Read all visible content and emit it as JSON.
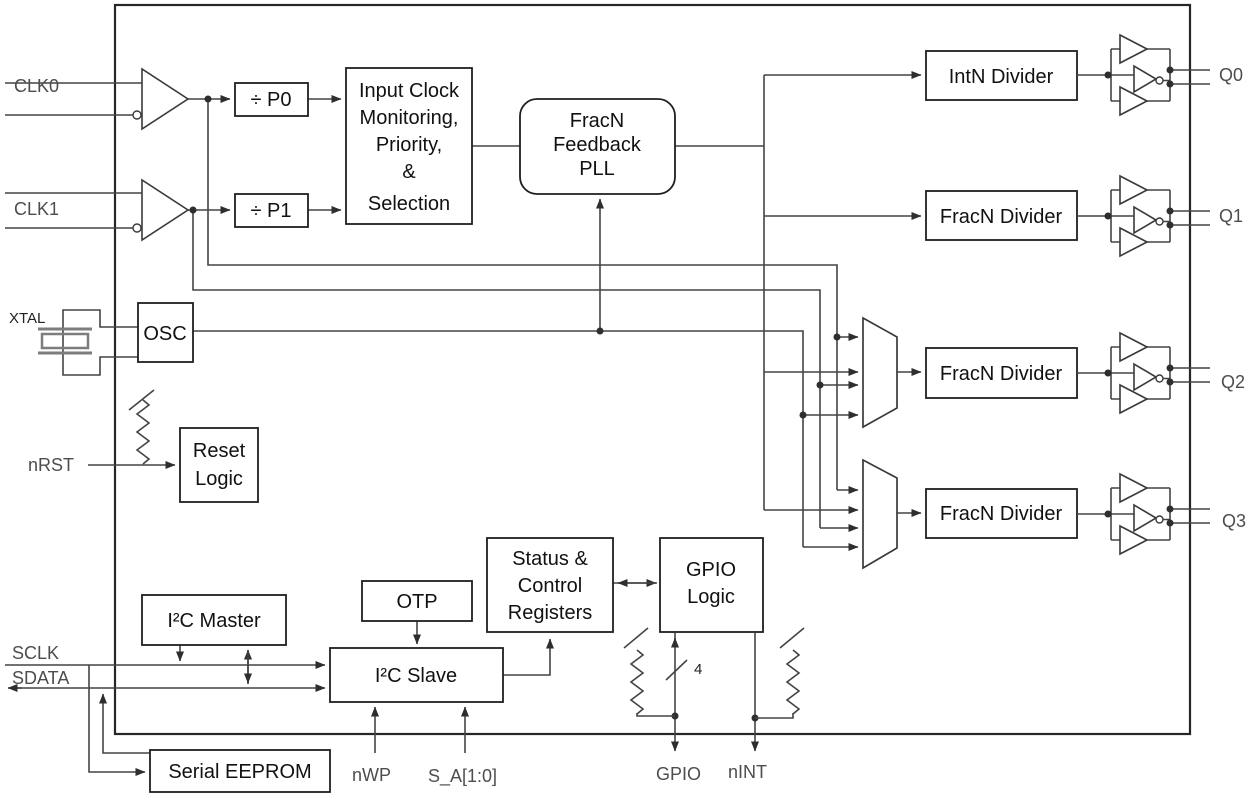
{
  "diagram": {
    "type": "ic-block-diagram",
    "colors": {
      "background": "#ffffff",
      "wire": "#444444",
      "block_border": "#1f1f1f",
      "block_text": "#111111",
      "pin_text": "#4d4d4d",
      "crystal_symbol": "#7d7d7d"
    },
    "pins": {
      "clk0": "CLK0",
      "clk1": "CLK1",
      "xtal": "XTAL",
      "nrst": "nRST",
      "sclk": "SCLK",
      "sdata": "SDATA",
      "nwp": "nWP",
      "sa": "S_A[1:0]",
      "gpio": "GPIO",
      "nint": "nINT"
    },
    "outputs": {
      "q0": "Q0",
      "q1": "Q1",
      "q2": "Q2",
      "q3": "Q3"
    },
    "annotations": {
      "gpio_bus_width": "4"
    },
    "blocks": {
      "div_p0": "÷ P0",
      "div_p1": "÷ P1",
      "input_clock": {
        "lines": [
          "Input Clock",
          "Monitoring,",
          "Priority,",
          "&",
          "Selection"
        ]
      },
      "pll": {
        "lines": [
          "FracN",
          "Feedback",
          "PLL"
        ]
      },
      "osc": "OSC",
      "reset_logic": {
        "lines": [
          "Reset",
          "Logic"
        ]
      },
      "i2c_master": "I²C Master",
      "otp": "OTP",
      "i2c_slave": "I²C Slave",
      "status_ctrl": {
        "lines": [
          "Status &",
          "Control",
          "Registers"
        ]
      },
      "gpio_logic": {
        "lines": [
          "GPIO",
          "Logic"
        ]
      },
      "serial_eeprom": "Serial EEPROM",
      "intn_divider": "IntN Divider",
      "fracn_divider_q1": "FracN Divider",
      "fracn_divider_q2": "FracN Divider",
      "fracn_divider_q3": "FracN Divider"
    }
  }
}
